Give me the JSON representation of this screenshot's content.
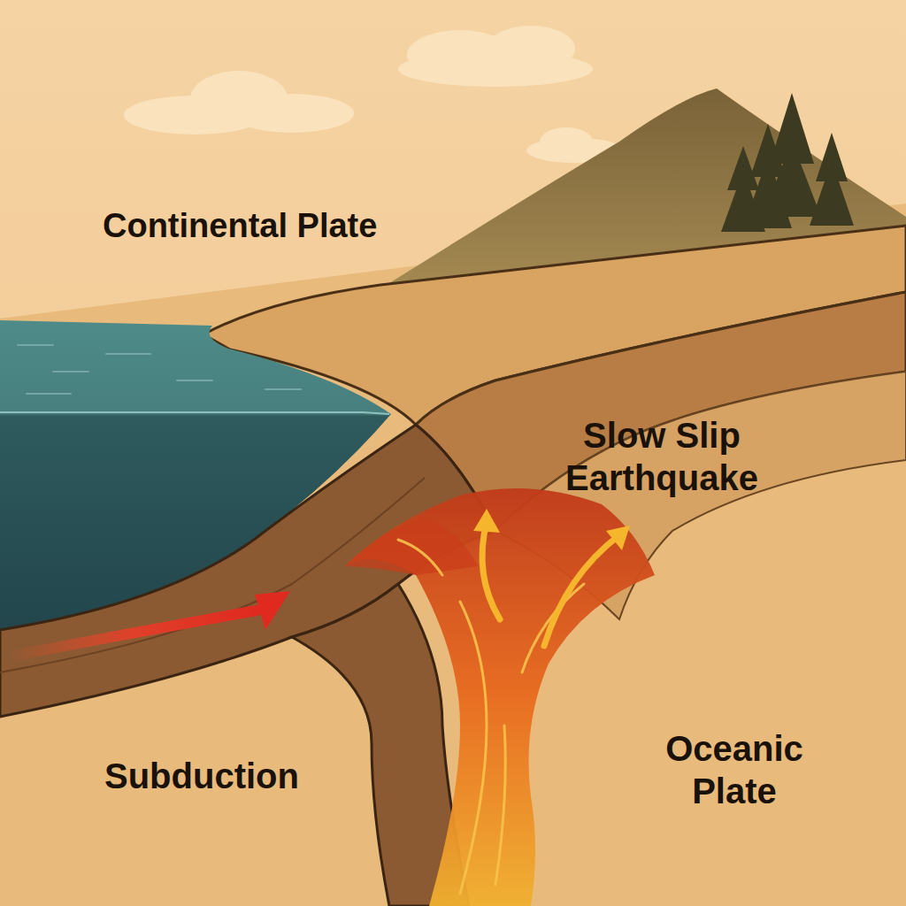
{
  "diagram": {
    "labels": [
      "Continental Plate",
      "Slow Slip Earthquake",
      "Subduction",
      "Oceanic Plate"
    ]
  }
}
